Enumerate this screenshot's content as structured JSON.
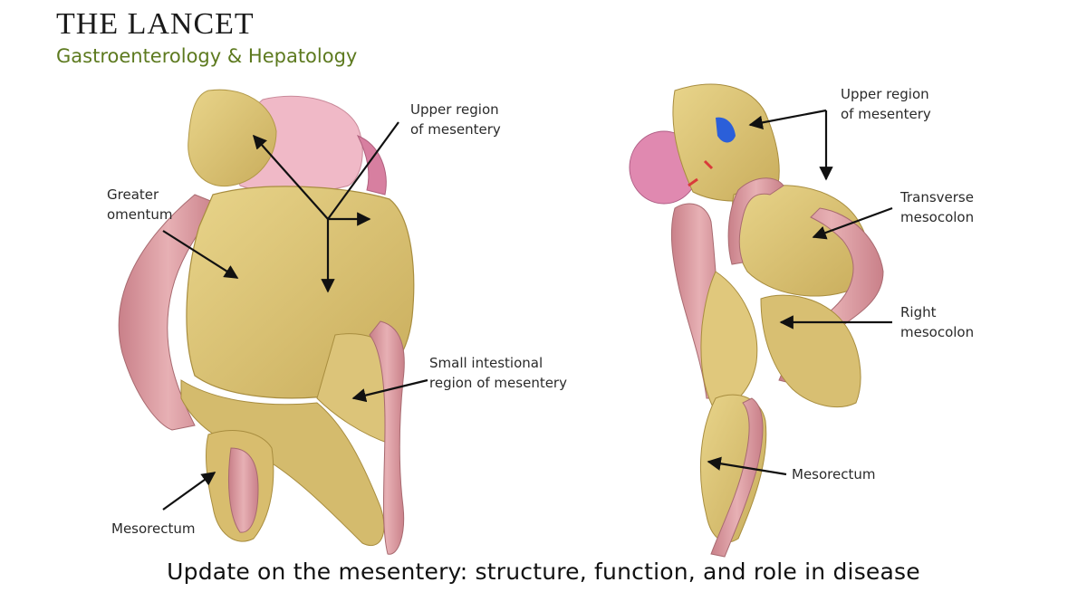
{
  "brand": {
    "title": "THE LANCET",
    "subtitle": "Gastroenterology & Hepatology",
    "subtitle_color": "#5d7a1f"
  },
  "figure": {
    "left_labels": {
      "upper_region": "Upper region\nof mesentery",
      "greater_omentum": "Greater\nomentum",
      "small_intestinal": "Small intestional\nregion of mesentery",
      "mesorectum": "Mesorectum"
    },
    "right_labels": {
      "upper_region": "Upper region\nof mesentery",
      "transverse": "Transverse\nmesocolon",
      "right_mesocolon": "Right\nmesocolon",
      "mesorectum": "Mesorectum"
    },
    "colors": {
      "mesentery": "#d9c277",
      "mesentery_shadow": "#b39a4a",
      "intestine": "#d99aa0",
      "stomach": "#f1b8c6",
      "vessel_blue": "#2b5fd9",
      "vessel_red": "#d93a3a"
    }
  },
  "caption": "Update on the mesentery: structure, function, and role in disease"
}
